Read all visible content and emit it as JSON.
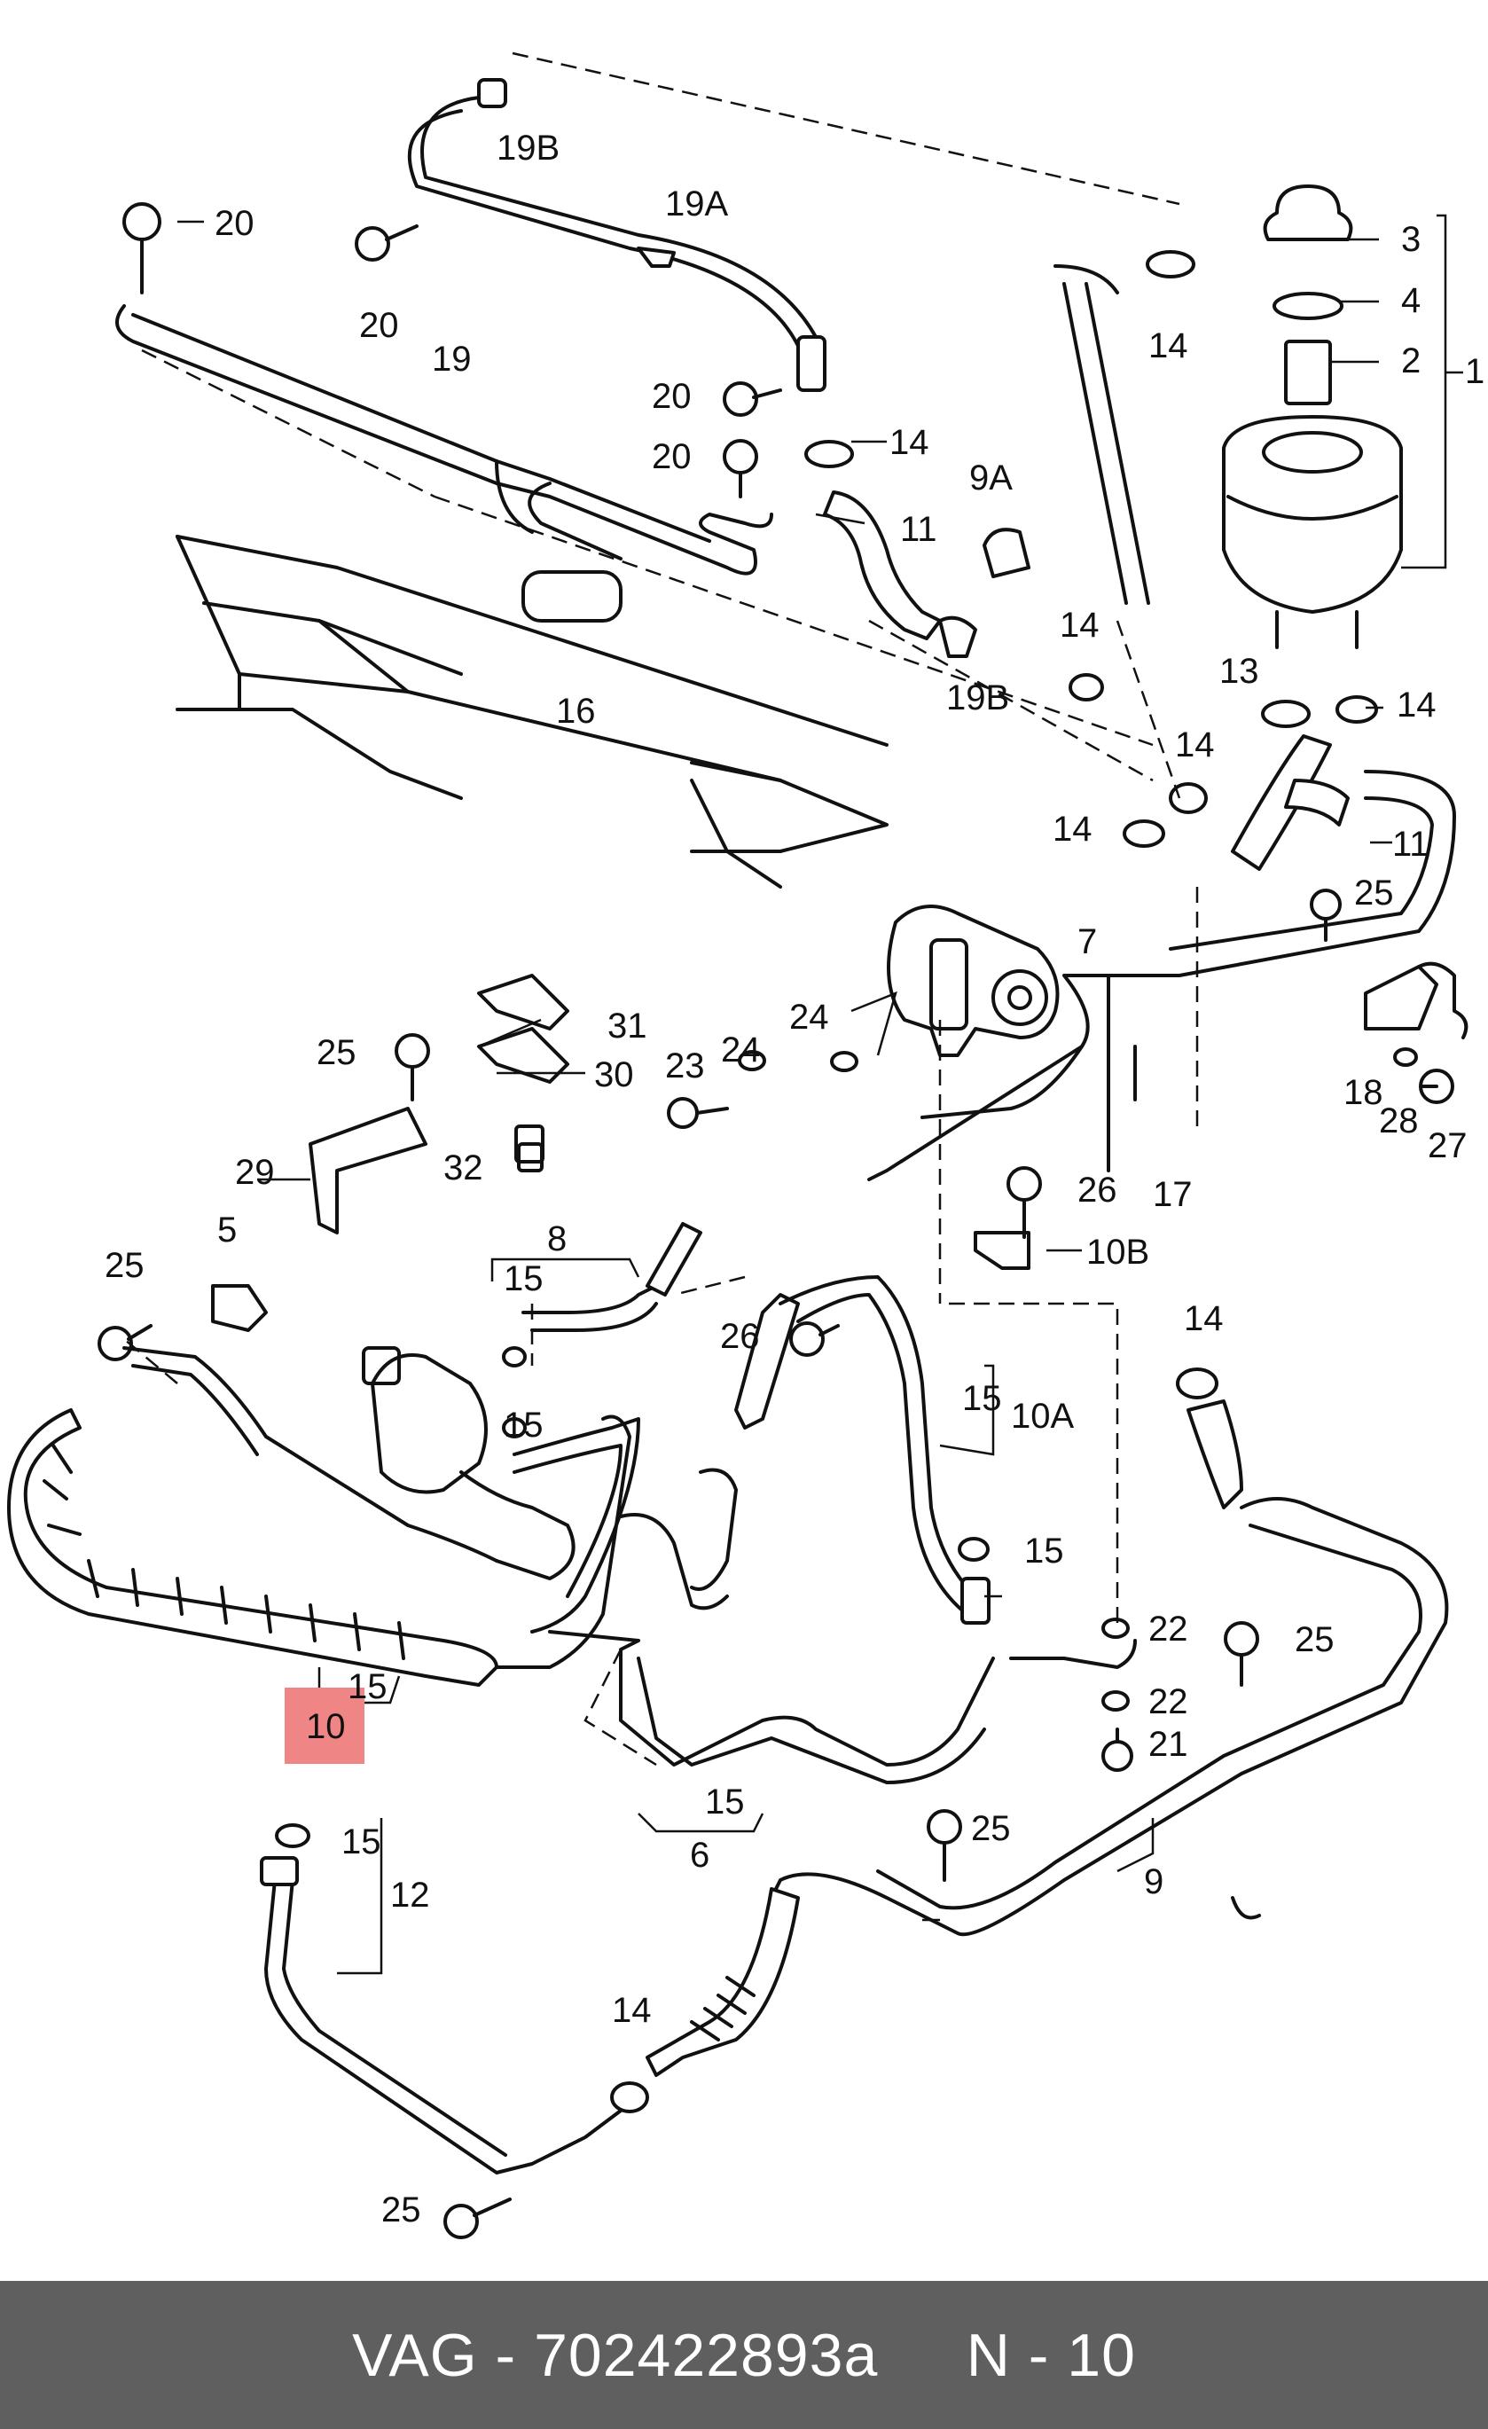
{
  "labels": {
    "l19B_top": "19B",
    "l20_a": "20",
    "l20_b": "20",
    "l19A": "19A",
    "l19": "19",
    "l20_c": "20",
    "l20_d": "20",
    "l14_a": "14",
    "l11_a": "11",
    "l9A": "9A",
    "l3": "3",
    "l4": "4",
    "l2": "2",
    "l1": "1",
    "l14_b": "14",
    "l16": "16",
    "l19B_mid": "19B",
    "l14_c": "14",
    "l13": "13",
    "l14_d": "14",
    "l14_e": "14",
    "l14_f": "14",
    "l11_b": "11",
    "l25_a": "25",
    "l7": "7",
    "l24_a": "24",
    "l24_b": "24",
    "l23": "23",
    "l31": "31",
    "l30": "30",
    "l25_b": "25",
    "l29": "29",
    "l32": "32",
    "l18": "18",
    "l28": "28",
    "l27": "27",
    "l17": "17",
    "l26_a": "26",
    "l10B": "10B",
    "l5": "5",
    "l25_c": "25",
    "l8": "8",
    "l15_a": "15",
    "l15_b": "15",
    "l26_b": "26",
    "l15_c": "15",
    "l10A": "10A",
    "l14_g": "14",
    "l15_d": "15",
    "l22_a": "22",
    "l25_d": "25",
    "l22_b": "22",
    "l21": "21",
    "l15_e": "15",
    "l10": "10",
    "l15_f": "15",
    "l6": "6",
    "l15_g": "15",
    "l12": "12",
    "l25_e": "25",
    "l9": "9",
    "l14_h": "14",
    "l25_f": "25"
  },
  "highlight_color": "#f08585",
  "footer": {
    "text": "VAG - 702422893a     N - 10"
  }
}
